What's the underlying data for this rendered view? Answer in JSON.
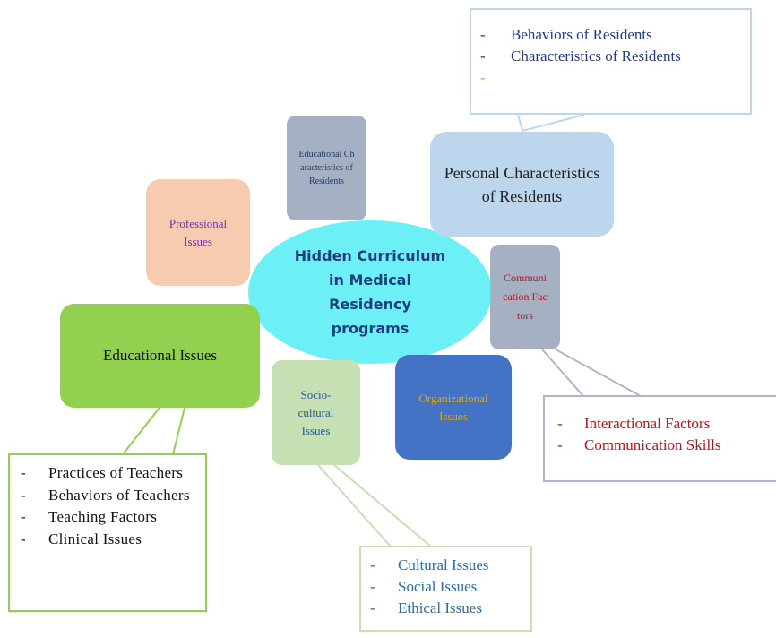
{
  "diagram": {
    "center": {
      "label": "Hidden Curriculum in Medical Residency programs"
    },
    "nodes": {
      "educational_characteristics": {
        "label": "Educational Characteristics of Residents"
      },
      "personal_characteristics": {
        "label": "Personal Characteristics of Residents"
      },
      "professional_issues": {
        "label": "Professional Issues"
      },
      "communication_factors": {
        "label": "Communication Factors"
      },
      "educational_issues": {
        "label": "Educational Issues"
      },
      "sociocultural_issues": {
        "label": "Socio-cultural Issues"
      },
      "organizational_issues": {
        "label": "Organizational Issues"
      }
    },
    "callouts": {
      "personal": {
        "items": [
          "Behaviors of Residents",
          "Characteristics of Residents",
          ""
        ]
      },
      "communication": {
        "items": [
          "Interactional Factors",
          "Communication Skills"
        ]
      },
      "educational": {
        "items": [
          "Practices of Teachers",
          "Behaviors of Teachers",
          "Teaching Factors",
          "Clinical Issues"
        ]
      },
      "sociocultural": {
        "items": [
          "Cultural Issues",
          "Social Issues",
          "Ethical Issues"
        ]
      }
    },
    "bullet": "-",
    "colors": {
      "center_fill": "#6cf0f5",
      "educational_characteristics_fill": "#a5b0c3",
      "personal_fill": "#bcd6ee",
      "professional_fill": "#f7cbaf",
      "communication_fill": "#a5b0c3",
      "educational_fill": "#92d14f",
      "sociocultural_fill": "#c6e0b4",
      "organizational_fill": "#4472c4",
      "communication_text": "#c0121b",
      "sociocultural_text": "#1f6fb5",
      "personal_callout_text": "#1f3a93"
    }
  }
}
